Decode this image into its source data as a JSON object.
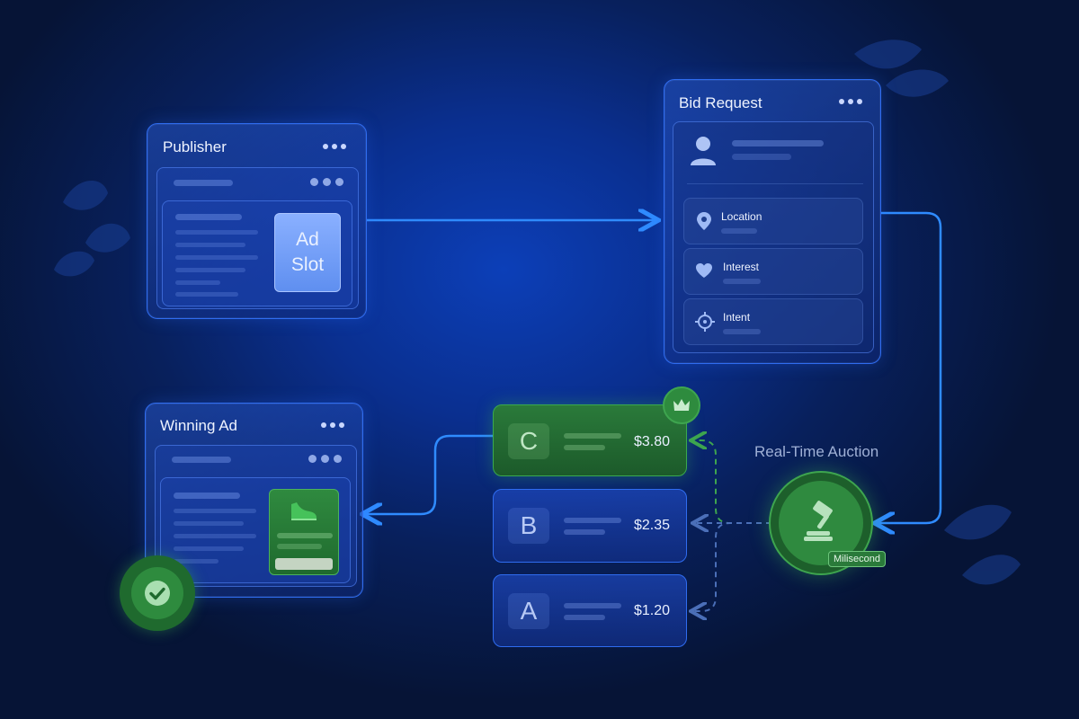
{
  "publisher": {
    "title": "Publisher",
    "ad_slot_line1": "Ad",
    "ad_slot_line2": "Slot"
  },
  "bid_request": {
    "title": "Bid Request",
    "attributes": [
      {
        "label": "Location",
        "icon": "location-pin-icon"
      },
      {
        "label": "Interest",
        "icon": "heart-icon"
      },
      {
        "label": "Intent",
        "icon": "crosshair-icon"
      }
    ]
  },
  "winning_ad": {
    "title": "Winning Ad"
  },
  "auction": {
    "label": "Real-Time Auction",
    "badge": "Milisecond",
    "icon": "gavel-icon"
  },
  "bids": [
    {
      "letter": "C",
      "price": "$3.80",
      "winner": true
    },
    {
      "letter": "B",
      "price": "$2.35",
      "winner": false
    },
    {
      "letter": "A",
      "price": "$1.20",
      "winner": false
    }
  ],
  "colors": {
    "accent_blue": "#2f8bff",
    "winner_green": "#2e8b3e",
    "background": "#0a2f8f"
  }
}
